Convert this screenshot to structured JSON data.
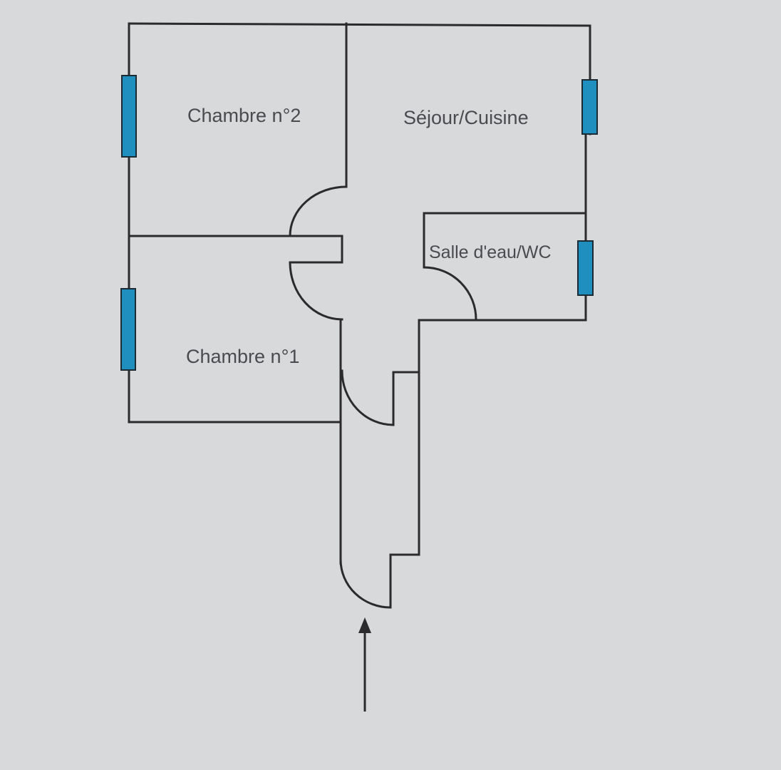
{
  "plan": {
    "rooms": {
      "bedroom2": "Chambre n°2",
      "living_kitchen": "Séjour/Cuisine",
      "bathroom": "Salle d'eau/WC",
      "bedroom1": "Chambre n°1"
    },
    "colors": {
      "window": "#1f8fbf",
      "wall": "#2b2b2e",
      "background": "#d8d9db"
    },
    "entrance_icon": "arrow-up-icon"
  }
}
